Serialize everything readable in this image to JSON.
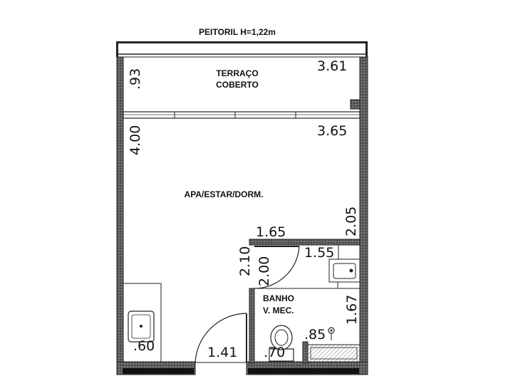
{
  "plan": {
    "header": "PEITORIL H=1,22m",
    "rooms": {
      "terrace_line1": "TERRAÇO",
      "terrace_line2": "COBERTO",
      "main": "APA/ESTAR/DORM.",
      "bath_line1": "BANHO",
      "bath_line2": "V. MEC."
    },
    "dims": {
      "terrace_width": "3.61",
      "terrace_depth": ".93",
      "room_depth": "4.00",
      "room_width": "3.65",
      "right_wall_len": "2.05",
      "partition_len": "1.65",
      "bath_height_a": "2.10",
      "bath_height_b": "2.00",
      "bath_width": "1.55",
      "bath_right_h": "1.67",
      "shower": ".85",
      "sink_width": ".60",
      "entry_door": "1.41",
      "bath_door": ".70"
    }
  }
}
